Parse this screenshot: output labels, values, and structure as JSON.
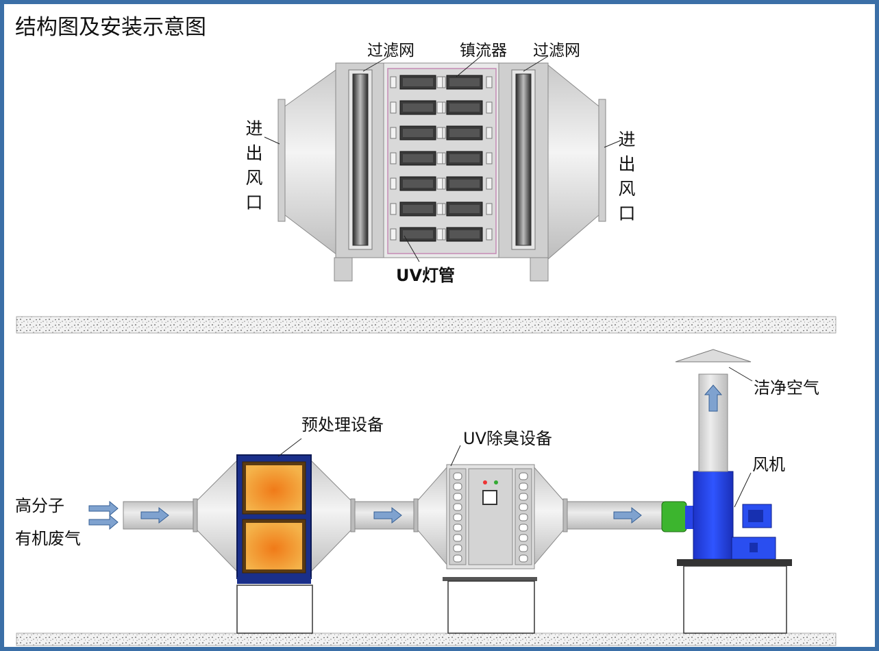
{
  "title": "结构图及安装示意图",
  "structure": {
    "filter_left": "过滤网",
    "ballast": "镇流器",
    "filter_right": "过滤网",
    "uv_lamp": "UV灯管",
    "port_left": [
      "进",
      "出",
      "风",
      "口"
    ],
    "port_right": [
      "进",
      "出",
      "风",
      "口"
    ]
  },
  "installation": {
    "inlet_line1": "高分子",
    "inlet_line2": "有机废气",
    "pretreatment": "预处理设备",
    "uv_deodorizer": "UV除臭设备",
    "clean_air": "洁净空气",
    "fan": "风机"
  },
  "colors": {
    "frame": "#3b6fa7",
    "duct": "#d8d8d8",
    "filter_box": "#1a2f8a",
    "filter_panel": "#e8912a",
    "fan_blue": "#1f3fe0",
    "coupling_green": "#3cb52e",
    "arrow": "#4a78b0"
  }
}
